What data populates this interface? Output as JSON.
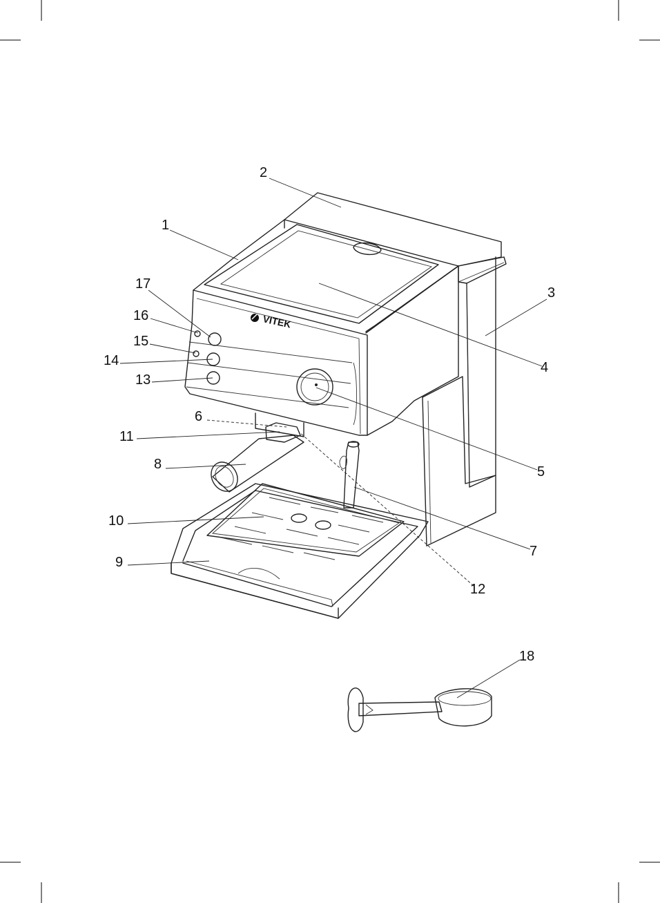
{
  "brand": "VITEK",
  "labels": {
    "l1": "1",
    "l2": "2",
    "l3": "3",
    "l4": "4",
    "l5": "5",
    "l6": "6",
    "l7": "7",
    "l8": "8",
    "l9": "9",
    "l10": "10",
    "l11": "11",
    "l12": "12",
    "l13": "13",
    "l14": "14",
    "l15": "15",
    "l16": "16",
    "l17": "17",
    "l18": "18"
  }
}
